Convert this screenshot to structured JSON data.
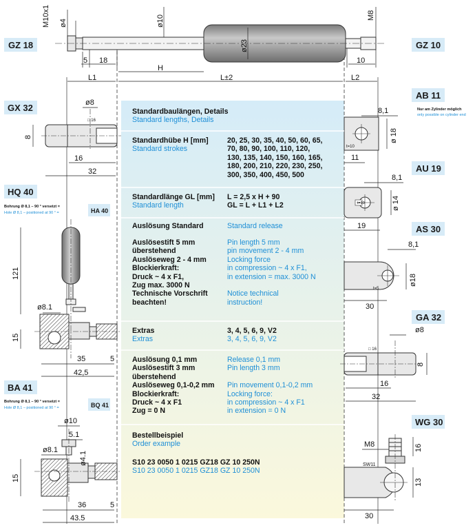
{
  "tags": {
    "gz18": "GZ 18",
    "gz10": "GZ 10",
    "gx32": "GX 32",
    "ab11": "AB 11",
    "au19": "AU 19",
    "hq40": "HQ 40",
    "as30": "AS 30",
    "ga32": "GA 32",
    "ba41": "BA 41",
    "wg30": "WG 30",
    "ha40": "HA 40",
    "bq41": "BQ 41"
  },
  "dims": {
    "m10x1": "M10x1",
    "d4": "ø4",
    "d10": "ø10",
    "d23": "ø23",
    "m8": "M8",
    "n5": "5",
    "n18": "18",
    "n10": "10",
    "h": "H",
    "l1": "L1",
    "l2": "L2",
    "lpm2": "L±2",
    "gx_d8": "ø8",
    "gx_8": "8",
    "gx_16": "16",
    "gx_32": "32",
    "gx_d16": "□ 16",
    "ab_81": "8,1",
    "ab_d18": "ø 18",
    "ab_11": "11",
    "ab_t10": "t=10",
    "au_81": "8,1",
    "au_d14": "ø 14",
    "au_19": "19",
    "au_t10": "t=10",
    "hq_121": "121",
    "hq_d81": "ø8.1",
    "hq_15": "15",
    "hq_35": "35",
    "hq_5": "5",
    "hq_425": "42,5",
    "as_81": "8,1",
    "as_d18": "ø18",
    "as_30": "30",
    "as_t5": "t=5",
    "ga_d8": "ø8",
    "ga_d16": "□ 16",
    "ga_8": "8",
    "ga_16": "16",
    "ga_32": "32",
    "ba_d10": "ø10",
    "ba_51": "5.1",
    "ba_d81": "ø8.1",
    "ba_d41": "ø4.1",
    "ba_15": "15",
    "ba_36": "36",
    "ba_5": "5",
    "ba_435": "43.5",
    "wg_m8": "M8",
    "wg_16": "16",
    "wg_sw11": "SW11",
    "wg_13": "13",
    "wg_30": "30"
  },
  "notes": {
    "ab_de": "Nur am Zylinder möglich",
    "ab_en": "only possible on cylinder end",
    "hq_de": "Bohrung Ø 8,1 – 90 ° versetzt =",
    "hq_en": "Hole Ø 8,1 – positioned at 90 ° =",
    "ba_de": "Bohrung Ø 8,1 – 90 ° versetzt =",
    "ba_en": "Hole Ø 8,1 – positioned at 90 ° ="
  },
  "panel": {
    "s1_de": "Standardbaulängen, Details",
    "s1_en": "Standard lengths, Details",
    "s2_de": "Standardhübe H [mm]",
    "s2_en": "Standard strokes",
    "s2_vals": "20, 25, 30, 35, 40, 50, 60, 65,\n70, 80, 90, 100, 110, 120,\n130, 135, 140, 150, 160, 165,\n180, 200, 210, 220, 230, 250,\n300, 350, 400, 450, 500",
    "s3_de": "Standardlänge GL [mm]",
    "s3_en": "Standard length",
    "s3_v1": "L = 2,5 x H + 90",
    "s3_v2": "GL = L + L1 + L2",
    "s4_de": "Auslösung Standard",
    "s4_en": "Standard release",
    "s4_left": "Auslösestift 5 mm\nüberstehend\nAuslöseweg 2 - 4 mm\nBlockierkraft:\nDruck ~ 4 x F1,\nZug max. 3000 N\nTechnische Vorschrift\nbeachten!",
    "s4_right": "Pin length 5 mm\npin movement 2 - 4 mm\nLocking force\nin compression ~ 4 x F1,\nin extension = max. 3000 N\n\nNotice technical\ninstruction!",
    "s5_de": "Extras",
    "s5_en": "Extras",
    "s5_v_de": "3, 4, 5, 6, 9, V2",
    "s5_v_en": "3, 4, 5, 6, 9, V2",
    "s6_left": "Auslösung 0,1 mm\nAuslösestift 3 mm\nüberstehend\nAuslöseweg 0,1-0,2 mm\nBlockierkraft:\nDruck ~ 4 x F1\nZug = 0 N",
    "s6_right": "Release 0,1 mm\nPin length 3 mm\n\nPin movement 0,1-0,2 mm\nLocking force:\nin compression ~ 4 x F1\nin extension = 0 N",
    "s7_de": "Bestellbeispiel",
    "s7_en": "Order example",
    "s7_code_de": "S10 23 0050 1 0215 GZ18 GZ 10 250N",
    "s7_code_en": "S10 23 0050 1 0215 GZ18 GZ 10 250N"
  },
  "colors": {
    "blue_text": "#1e8fd6",
    "tag_bg": "#d7ebf7",
    "panel_top": "#d5ecf8",
    "panel_bottom": "#fbf8dc",
    "cylinder": "#9a9a9a"
  }
}
